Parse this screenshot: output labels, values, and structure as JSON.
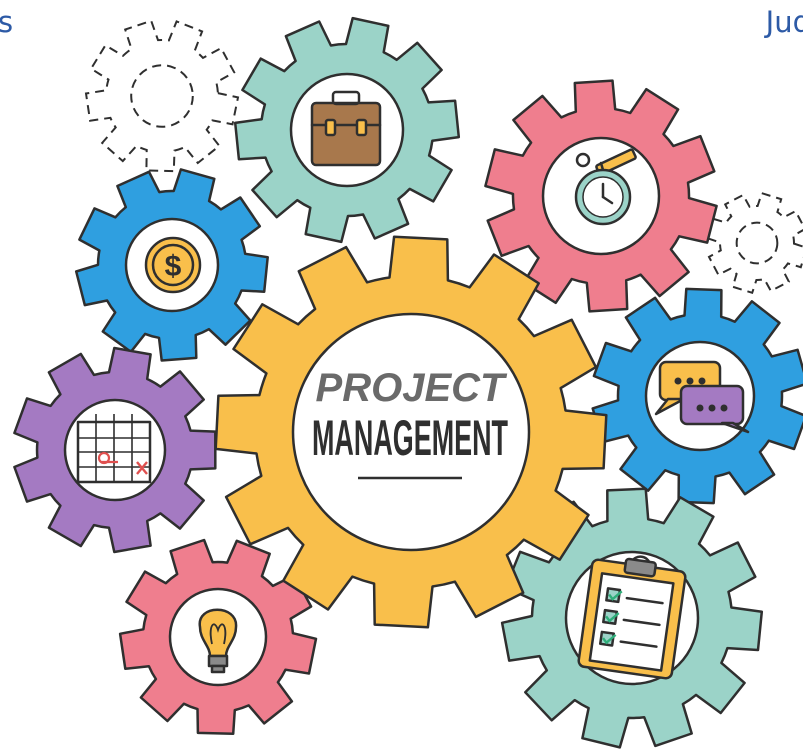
{
  "header": {
    "left_text": "s",
    "right_text": "Jud"
  },
  "center_gear": {
    "line1": "PROJECT",
    "line2": "MANAGEMENT",
    "color": "#f9bf4b"
  },
  "gears": [
    {
      "name": "briefcase",
      "color": "#9bd3c8"
    },
    {
      "name": "stopwatch",
      "color": "#ef7e8e"
    },
    {
      "name": "dollar-coin",
      "color": "#2f9fe0"
    },
    {
      "name": "chat-bubbles",
      "color": "#2f9fe0"
    },
    {
      "name": "calendar",
      "color": "#a47ac2"
    },
    {
      "name": "lightbulb",
      "color": "#ef7e8e"
    },
    {
      "name": "clipboard-checklist",
      "color": "#9bd3c8"
    }
  ],
  "colors": {
    "outline": "#2f2f2f",
    "white": "#ffffff",
    "yellow": "#f9bf4b",
    "blue": "#2f9fe0",
    "pink": "#ef7e8e",
    "teal": "#9bd3c8",
    "purple": "#a47ac2",
    "brown": "#a8784c"
  }
}
